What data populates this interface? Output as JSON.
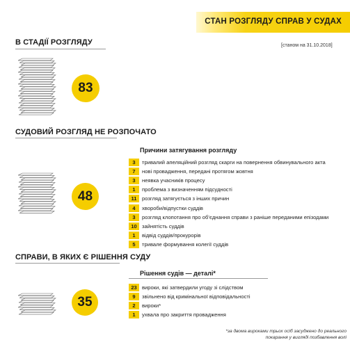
{
  "header": {
    "title": "СТАН РОЗГЛЯДУ СПРАВ У СУДАХ"
  },
  "as_of": "[станом на 31.10.2018]",
  "sections": {
    "in_review": {
      "title": "В СТАДІЇ РОЗГЛЯДУ",
      "count": "83"
    },
    "not_started": {
      "title": "СУДОВИЙ РОЗГЛЯД НЕ РОЗПОЧАТО",
      "count": "48",
      "list_title": "Причини затягування розгляду",
      "items": [
        {
          "num": "3",
          "label": "тривалий апеляційний розгляд скарги на повернення обвинувального акта"
        },
        {
          "num": "7",
          "label": "нові провадження, передані протягом жовтня"
        },
        {
          "num": "3",
          "label": "неявка учасників процесу"
        },
        {
          "num": "1",
          "label": "проблема з визначенням підсудності"
        },
        {
          "num": "11",
          "label": "розгляд затягується з інших причин"
        },
        {
          "num": "4",
          "label": "хвороби/відпустки суддів"
        },
        {
          "num": "3",
          "label": "розгляд клопотання про об’єднання справи з раніше переданими епізодами"
        },
        {
          "num": "10",
          "label": "зайнятість суддів"
        },
        {
          "num": "1",
          "label": "відвід суддів/прокурорів"
        },
        {
          "num": "5",
          "label": "тривале формування колегії суддів"
        }
      ]
    },
    "decided": {
      "title": "СПРАВИ, В ЯКИХ Є РІШЕННЯ СУДУ",
      "count": "35",
      "list_title": "Рішення судів — деталі*",
      "items": [
        {
          "num": "23",
          "label": "вироки, які затвердили угоду зі слідством"
        },
        {
          "num": "9",
          "label": "звільнено від кримінальної відповідальності"
        },
        {
          "num": "2",
          "label": "вироки*"
        },
        {
          "num": "1",
          "label": "ухвала про закриття провадження"
        }
      ]
    }
  },
  "footnote": "*за двома вироками трьох осіб засуджено до реального покарання у вигляді позбавлення волі",
  "colors": {
    "accent": "#f5cd00",
    "text": "#1b1b1b",
    "rule": "#9a9a9a"
  },
  "icons": {
    "document_stack": "paper-stack-icon"
  }
}
